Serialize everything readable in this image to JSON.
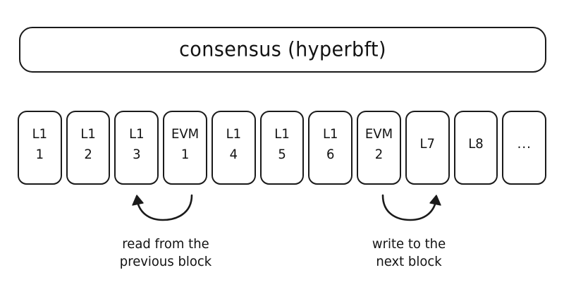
{
  "diagram": {
    "background_color": "#ffffff",
    "stroke_color": "#1a1a1a",
    "text_color": "#121212",
    "header": {
      "label": "consensus (hyperbft)"
    },
    "blocks": [
      {
        "name": "block-l1-1",
        "line1": "L1",
        "line2": "1",
        "single": false
      },
      {
        "name": "block-l1-2",
        "line1": "L1",
        "line2": "2",
        "single": false
      },
      {
        "name": "block-l1-3",
        "line1": "L1",
        "line2": "3",
        "single": false
      },
      {
        "name": "block-evm-1",
        "line1": "EVM",
        "line2": "1",
        "single": false
      },
      {
        "name": "block-l1-4",
        "line1": "L1",
        "line2": "4",
        "single": false
      },
      {
        "name": "block-l1-5",
        "line1": "L1",
        "line2": "5",
        "single": false
      },
      {
        "name": "block-l1-6",
        "line1": "L1",
        "line2": "6",
        "single": false
      },
      {
        "name": "block-evm-2",
        "line1": "EVM",
        "line2": "2",
        "single": false
      },
      {
        "name": "block-l7",
        "line1": "L7",
        "line2": "",
        "single": true
      },
      {
        "name": "block-l8",
        "line1": "L8",
        "line2": "",
        "single": true
      },
      {
        "name": "block-ellipsis",
        "line1": "...",
        "line2": "",
        "single": true
      }
    ],
    "annotations": {
      "read": {
        "line1": "read from the",
        "line2": "previous block"
      },
      "write": {
        "line1": "write to the",
        "line2": "next block"
      }
    }
  }
}
